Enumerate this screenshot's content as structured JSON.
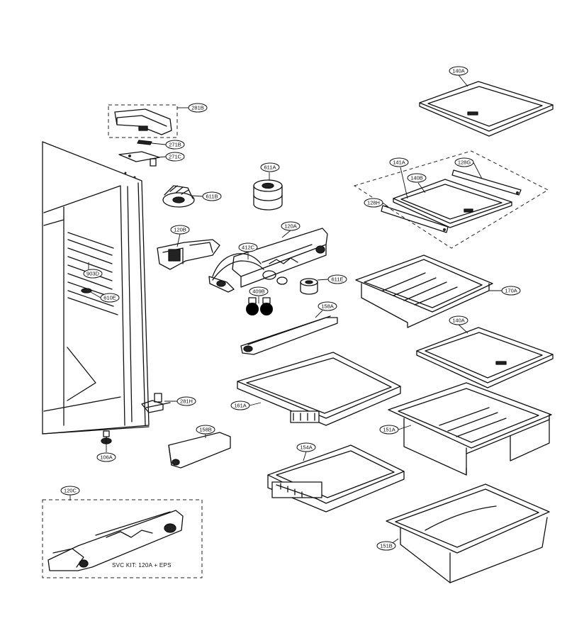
{
  "diagram": {
    "callouts": {
      "c140A_top": "140A",
      "c281B": "281B",
      "c271B": "271B",
      "c271C": "271C",
      "c611A": "611A",
      "c611B": "611B",
      "c141A": "141A",
      "c128G": "128G",
      "c140B": "140B",
      "c128H": "128H",
      "c120B": "120B",
      "c120A": "120A",
      "c412C": "412C",
      "c903D": "903D",
      "c611E": "611E",
      "c170A": "170A",
      "c610E": "610E",
      "c409B": "409B",
      "c158A": "158A",
      "c140A_mid": "140A",
      "c161A": "161A",
      "c281H": "281H",
      "c151A": "151A",
      "c158B": "158B",
      "c154A": "154A",
      "c106A": "106A",
      "c120C": "120C",
      "c151B": "151B"
    },
    "svc_kit_note": "SVC KIT: 120A + EPS"
  }
}
